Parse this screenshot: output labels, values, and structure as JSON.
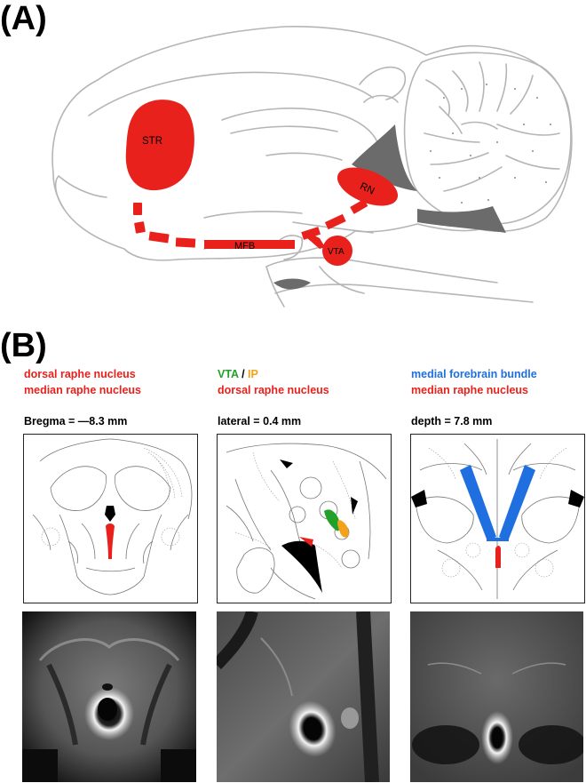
{
  "panel_a": {
    "label": "(A)",
    "regions": {
      "str": "STR",
      "rn": "RN",
      "mfb": "MFB",
      "vta": "VTA"
    }
  },
  "panel_b": {
    "label": "(B)",
    "columns": [
      {
        "target_line1": "dorsal raphe nucleus",
        "target_line2": "median raphe nucleus",
        "coordinate": "Bregma = —8.3 mm"
      },
      {
        "target_line1_a": "VTA",
        "target_line1_sep": " / ",
        "target_line1_b": "IP",
        "target_line2": "dorsal raphe nucleus",
        "coordinate": "lateral = 0.4 mm"
      },
      {
        "target_line1": "medial forebrain bundle",
        "target_line2": "median raphe nucleus",
        "coordinate": "depth = 7.8 mm"
      }
    ]
  },
  "colors": {
    "target_red": "#e8211c",
    "vta_green": "#22a12a",
    "ip_orange": "#f2a31b",
    "mfb_blue": "#1f6fe0",
    "outline_gray": "#b5b5b5",
    "ventricle_gray": "#6b6b6b"
  }
}
